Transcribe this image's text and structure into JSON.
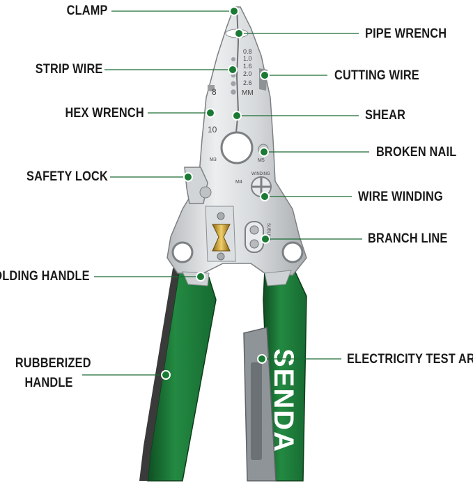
{
  "labels": {
    "clamp": "CLAMP",
    "pipe_wrench": "PIPE WRENCH",
    "strip_wire": "STRIP WIRE",
    "cutting_wire": "CUTTING WIRE",
    "hex_wrench": "HEX WRENCH",
    "shear": "SHEAR",
    "broken_nail": "BROKEN NAIL",
    "safety_lock": "SAFETY LOCK",
    "wire_winding": "WIRE WINDING",
    "branch_line": "BRANCH LINE",
    "folding_handle": "FOLDING HANDLE",
    "rubberized_handle_1": "RUBBERIZED",
    "rubberized_handle_2": "HANDLE",
    "electricity_test_area": "ELECTRICITY TEST AREA"
  },
  "tool": {
    "brand": "SENDA",
    "gauges": [
      "0.8",
      "1.0",
      "1.6",
      "2.0",
      "2.6",
      "MM"
    ],
    "hex_sizes": [
      "8",
      "10"
    ],
    "thread_marks": [
      "M3",
      "M4",
      "M5"
    ],
    "winding_text": "WINDING",
    "subline_text": "SUBLINE"
  },
  "colors": {
    "handle_green": "#1f7a3a",
    "handle_dark": "#145a28",
    "steel": "#d8dadc",
    "steel_dark": "#a7abae",
    "marker_green": "#1a7a34",
    "brass": "#c79a2a"
  }
}
